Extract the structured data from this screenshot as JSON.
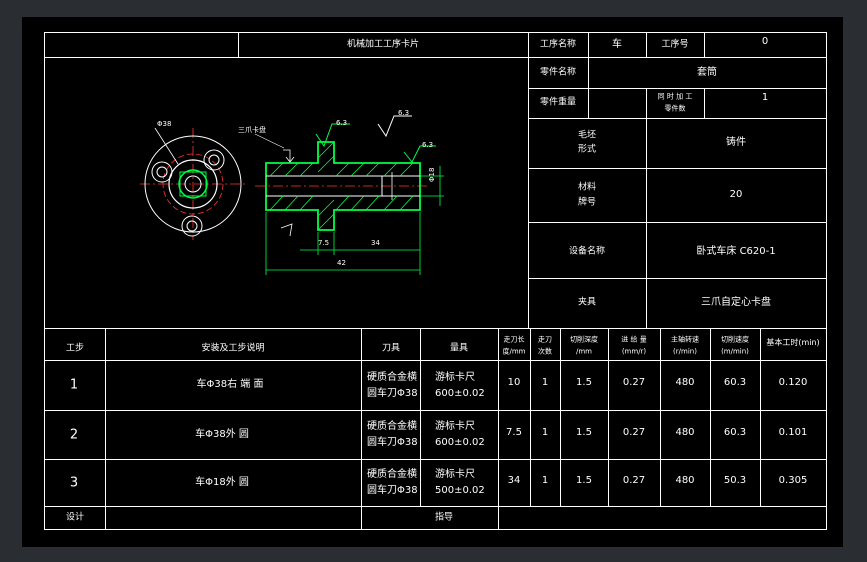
{
  "card": {
    "title": "机械加工工序卡片",
    "process_name_label": "工序名称",
    "process_name_value": "车",
    "process_no_label": "工序号",
    "process_no_value": "0",
    "part_name_label": "零件名称",
    "part_name_value": "套筒",
    "part_weight_label": "零件重量",
    "simul_label_1": "同 时 加 工",
    "simul_label_2": "零件数",
    "simul_value": "1"
  },
  "side": {
    "blank_label_1": "毛坯",
    "blank_label_2": "形式",
    "blank_value": "铸件",
    "material_label_1": "材料",
    "material_label_2": "牌号",
    "material_value": "20",
    "equipment_label": "设备名称",
    "equipment_value": "卧式车床 C620-1",
    "fixture_label": "夹具",
    "fixture_value": "三爪自定心卡盘"
  },
  "drawing": {
    "dia_label": "Φ38",
    "chuck_label": "三爪卡盘",
    "rough_1": "6.3",
    "rough_2": "6.3",
    "rough_3": "6.3",
    "dim_75": "7.5",
    "dim_34": "34",
    "dim_total": "42",
    "dim_dia": "Φ18"
  },
  "table": {
    "headers": {
      "step": "工步",
      "content": "安装及工步说明",
      "tool": "刀具",
      "gauge": "量具",
      "len_1": "走刀长",
      "len_2": "度/mm",
      "passes_1": "走刀",
      "passes_2": "次数",
      "depth_1": "切削深度",
      "depth_2": "/mm",
      "feed_1": "进 给 量",
      "feed_2": "(mm/r)",
      "speed_1": "主轴转速",
      "speed_2": "(r/min)",
      "vel_1": "切削速度",
      "vel_2": "(m/min)",
      "time": "基本工时(min)"
    },
    "rows": [
      {
        "step": "1",
        "content": "车Φ38右 端 面",
        "tool_1": "硬质合金横",
        "tool_2": "圆车刀Φ38",
        "gauge_1": "游标卡尺",
        "gauge_2": "600±0.02",
        "len": "10",
        "passes": "1",
        "depth": "1.5",
        "feed": "0.27",
        "speed": "480",
        "vel": "60.3",
        "time": "0.120"
      },
      {
        "step": "2",
        "content": "车Φ38外 圆",
        "tool_1": "硬质合金横",
        "tool_2": "圆车刀Φ38",
        "gauge_1": "游标卡尺",
        "gauge_2": "600±0.02",
        "len": "7.5",
        "passes": "1",
        "depth": "1.5",
        "feed": "0.27",
        "speed": "480",
        "vel": "60.3",
        "time": "0.101"
      },
      {
        "step": "3",
        "content": "车Φ18外 圆",
        "tool_1": "硬质合金横",
        "tool_2": "圆车刀Φ38",
        "gauge_1": "游标卡尺",
        "gauge_2": "500±0.02",
        "len": "34",
        "passes": "1",
        "depth": "1.5",
        "feed": "0.27",
        "speed": "480",
        "vel": "50.3",
        "time": "0.305"
      }
    ],
    "design_label": "设计",
    "guide_label": "指导"
  }
}
